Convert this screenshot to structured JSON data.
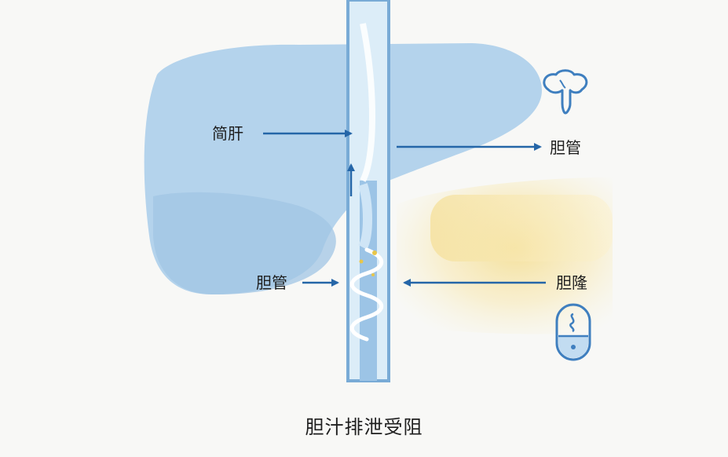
{
  "labels": {
    "top_left": "简肝",
    "top_right": "胆管",
    "middle_left": "胆管",
    "middle_right": "胆隆"
  },
  "caption": "胆汁排泄受阻",
  "icons": [
    "brain-icon",
    "capsule-icon"
  ],
  "colors": {
    "liver_fill": "#b4d3ec",
    "liver_shadow": "#a2c5e4",
    "duct_fill": "#dcedf8",
    "duct_edge": "#79abd6",
    "arrow": "#2566a8",
    "icon_stroke": "#3f7fbf",
    "glow": "#f6e29a",
    "background": "#f8f8f6",
    "text": "#1e1e1e"
  }
}
